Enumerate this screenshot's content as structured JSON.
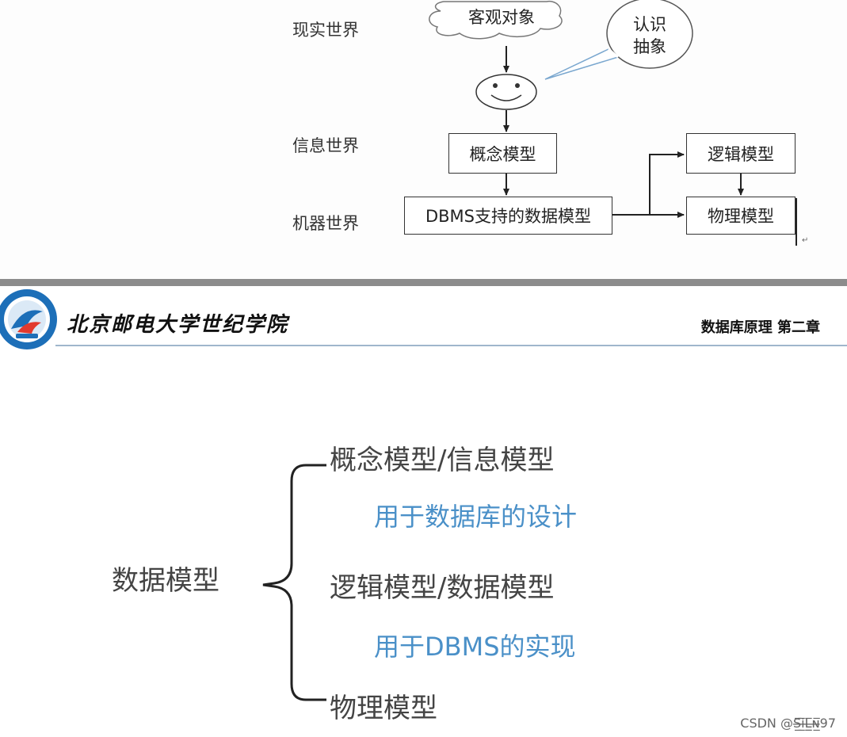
{
  "diagram": {
    "world_labels": [
      "现实世界",
      "信息世界",
      "机器世界"
    ],
    "cloud_label": "客观对象",
    "bubble_label_line1": "认识",
    "bubble_label_line2": "抽象",
    "conceptual_model": "概念模型",
    "dbms_model": "DBMS支持的数据模型",
    "logical_model": "逻辑模型",
    "physical_model": "物理模型",
    "return_mark": "↵"
  },
  "header": {
    "school_name": "北京邮电大学世纪学院",
    "course_title": "数据库原理  第二章"
  },
  "slide": {
    "root": "数据模型",
    "branch_1": "概念模型/信息模型",
    "branch_1_note": "用于数据库的设计",
    "branch_2": "逻辑模型/数据模型",
    "branch_2_note": "用于DBMS的实现",
    "branch_3": "物理模型"
  },
  "watermark": "CSDN @S̶̲̅i̶̲̅L̶̲̲̅ɴ̶̲̅97",
  "colors": {
    "accent_blue": "#4a90c8",
    "text_gray": "#444444"
  }
}
